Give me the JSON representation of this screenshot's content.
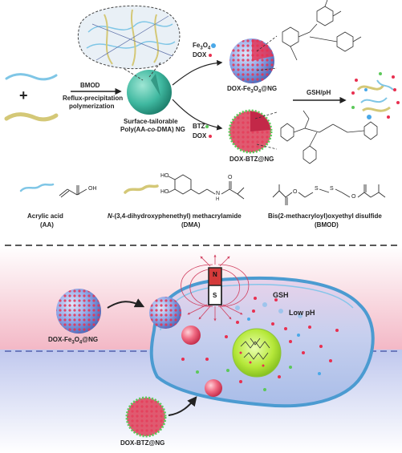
{
  "top": {
    "plus": "+",
    "bmod": "BMOD",
    "process_line1": "Reflux-precipitation",
    "process_line2": "polymerization",
    "ng_line1": "Surface-tailorable",
    "ng_line2_pre": "Poly(AA-",
    "ng_line2_it": "co",
    "ng_line2_post": "-DMA) NG",
    "upper_reagent1": "Fe3O4",
    "upper_reagent2": "DOX",
    "lower_reagent1": "BTZ",
    "lower_reagent2": "DOX",
    "product_fe": "DOX-Fe3O4@NG",
    "product_btz": "DOX-BTZ@NG",
    "trigger": "GSH/pH"
  },
  "legend": {
    "aa_name": "Acrylic acid",
    "aa_abbr": "(AA)",
    "dma_it": "N",
    "dma_name": "-(3,4-dihydroxyphenethyl) methacrylamide",
    "dma_abbr": "(DMA)",
    "bmod_name": "Bis(2-methacryloyl)oxyethyl disulfide",
    "bmod_abbr": "(BMOD)",
    "oh": "OH",
    "ho": "HO",
    "o": "O",
    "h": "H",
    "n": "N",
    "s": "S"
  },
  "cell": {
    "gsh": "GSH",
    "low_ph": "Low pH",
    "magnet_n": "N",
    "magnet_s": "S",
    "left_np": "DOX-Fe3O4@NG",
    "bottom_np": "DOX-BTZ@NG"
  },
  "colors": {
    "teal_sphere": "#3fb8a0",
    "dox_red": "#e83050",
    "fe3o4_blue": "#4aa8e8",
    "btz_green": "#5cc85a",
    "pink_zone": "#f5c0cc",
    "blue_zone": "#c4ccef",
    "cell_fill": "#b0c6ea",
    "nucleus_green": "#a6e028"
  }
}
